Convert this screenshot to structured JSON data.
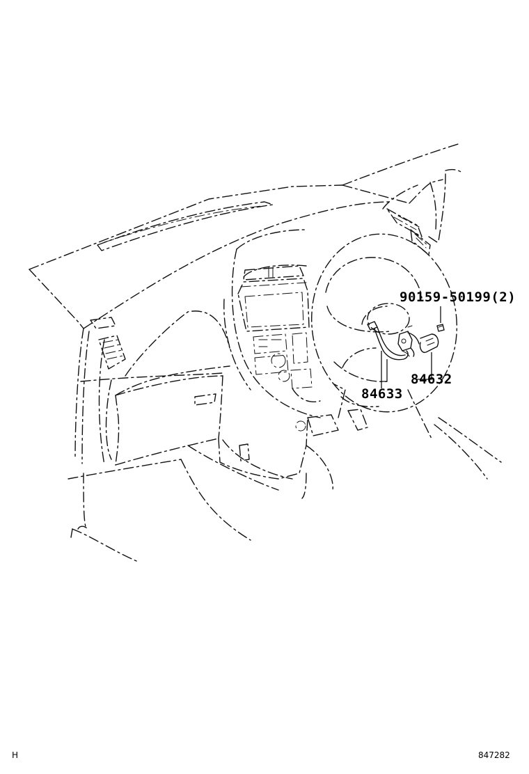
{
  "parts": {
    "screw": "90159-50199(2)",
    "switch": "84632",
    "wire": "84633"
  },
  "corner_left": "H",
  "figure_id": "847282"
}
